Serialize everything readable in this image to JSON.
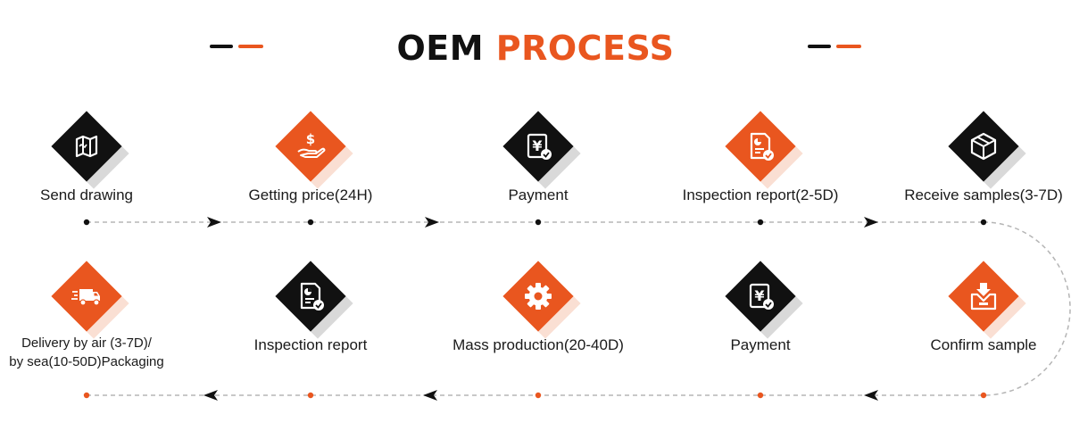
{
  "title": {
    "word1": "OEM",
    "word2": "PROCESS"
  },
  "colors": {
    "accent": "#e9561f",
    "dark": "#111111",
    "shadow_dark": "#b9b9b9",
    "shadow_accent": "#f6c4ae",
    "line": "#b5b5b5"
  },
  "steps": [
    {
      "label": "Send drawing",
      "icon": "map-icon",
      "theme": "dark"
    },
    {
      "label": "Getting price(24H)",
      "icon": "price-hand-icon",
      "theme": "accent"
    },
    {
      "label": "Payment",
      "icon": "yen-payment-icon",
      "theme": "dark"
    },
    {
      "label": "Inspection report(2-5D)",
      "icon": "report-icon",
      "theme": "accent"
    },
    {
      "label": "Receive samples(3-7D)",
      "icon": "package-icon",
      "theme": "dark"
    },
    {
      "label": "Confirm sample",
      "icon": "inbox-icon",
      "theme": "accent"
    },
    {
      "label": "Payment",
      "icon": "yen-payment-icon",
      "theme": "dark"
    },
    {
      "label": "Mass production(20-40D)",
      "icon": "gear-icon",
      "theme": "accent"
    },
    {
      "label": "Inspection report",
      "icon": "report-icon",
      "theme": "dark"
    },
    {
      "label": "Delivery by air (3-7D)/\nby sea(10-50D)Packaging",
      "icon": "truck-icon",
      "theme": "accent"
    }
  ]
}
